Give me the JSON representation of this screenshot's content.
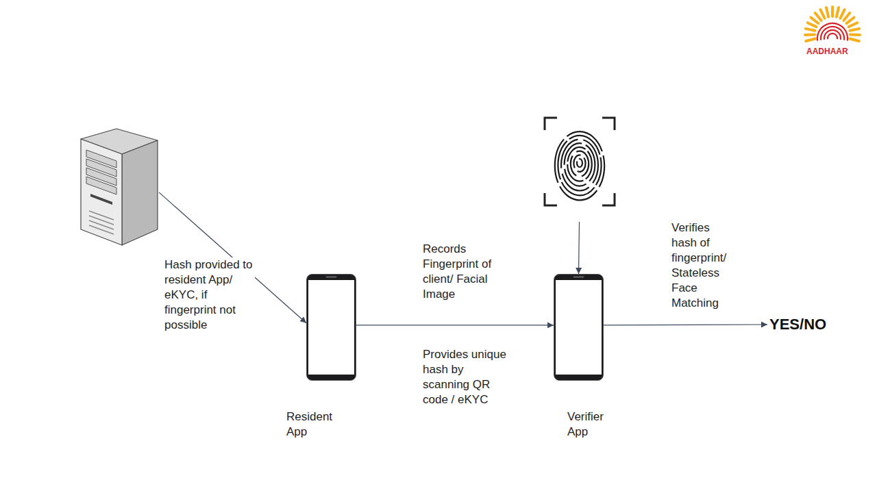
{
  "diagram": {
    "nodes": [
      {
        "text": []
      },
      {
        "text": [
          "Resident App"
        ]
      },
      {
        "text": []
      },
      {
        "text": [
          "Verifier App"
        ]
      },
      {
        "text": [
          "YES/NO"
        ]
      }
    ],
    "edges": [
      {
        "from": 0,
        "to": 1,
        "arrow": "to",
        "label": "Hash provided to resident App/ eKYC, if fingerprint not possible"
      },
      {
        "from": 1,
        "to": 3,
        "arrow": "to",
        "label": "Records Fingerprint of client/ Facial Image"
      },
      {
        "from": 2,
        "to": 3,
        "arrow": "to"
      },
      {
        "from": 3,
        "to": 4,
        "arrow": "to",
        "label": "Verifies hash of fingerprint/ Stateless Face Matching"
      }
    ],
    "labels": [
      "Provides unique hash by scanning QR code / eKYC",
      "AADHAAR"
    ]
  }
}
